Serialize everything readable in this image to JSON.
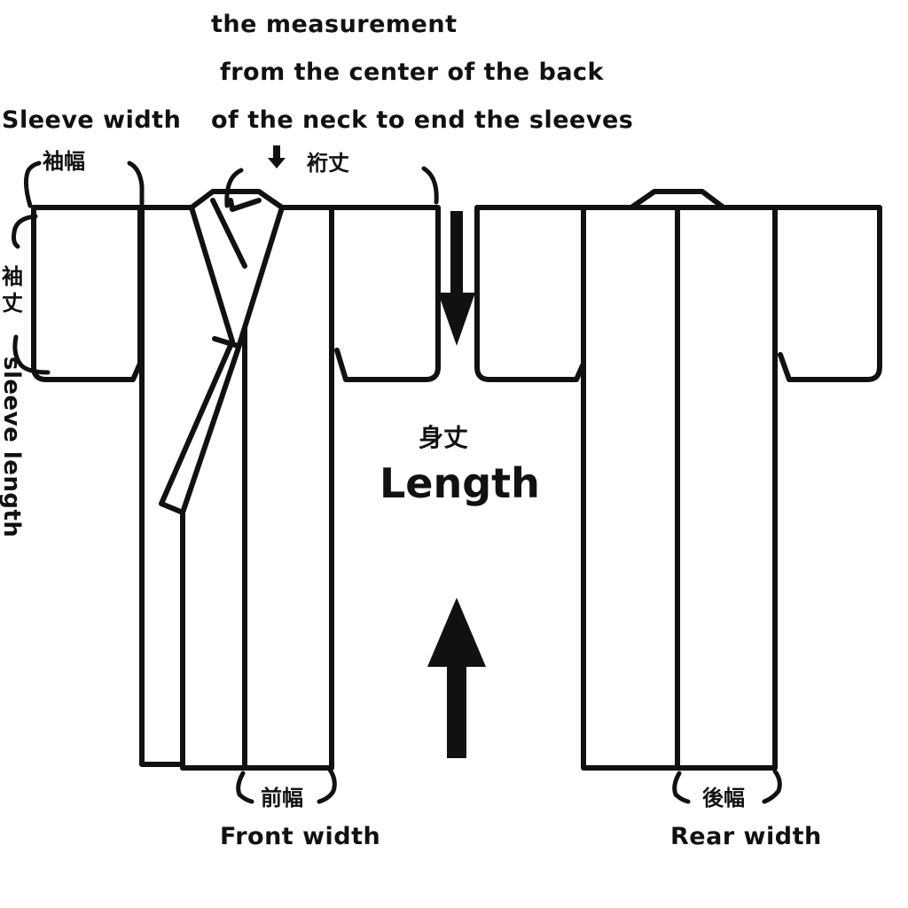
{
  "labels": {
    "annotation_line1": "the measurement",
    "annotation_line2": "from the center of the back",
    "annotation_line3": "of the neck to end the sleeves",
    "sleeve_width_en": "Sleeve width",
    "sleeve_width_jp": "袖幅",
    "yuki_jp": "裄丈",
    "sleeve_length_jp_1": "袖",
    "sleeve_length_jp_2": "丈",
    "sleeve_length_en": "sleeve length",
    "length_jp": "身丈",
    "length_en": "Length",
    "front_width_jp": "前幅",
    "front_width_en": "Front width",
    "rear_width_jp": "後幅",
    "rear_width_en": "Rear width"
  },
  "colors": {
    "ink": "#111111",
    "paper": "#ffffff"
  }
}
